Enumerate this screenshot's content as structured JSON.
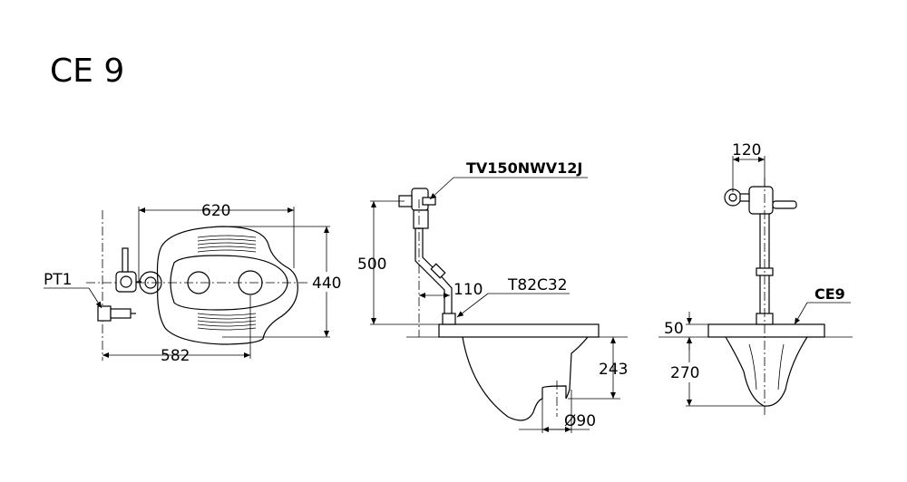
{
  "title": "CE 9",
  "plan_view": {
    "width_label": "620",
    "depth_label": "440",
    "valve_offset_label": "582",
    "valve_callout": "PT1"
  },
  "side_view": {
    "valve_callout": "TV150NWV12J",
    "pipe_callout": "T82C32",
    "height_label": "500",
    "pipe_offset_label": "110",
    "bowl_depth_label": "243",
    "outlet_label": "Ø90"
  },
  "front_view": {
    "valve_spacing_label": "120",
    "model_callout": "CE9",
    "rim_height_label": "50",
    "body_depth_label": "270"
  }
}
